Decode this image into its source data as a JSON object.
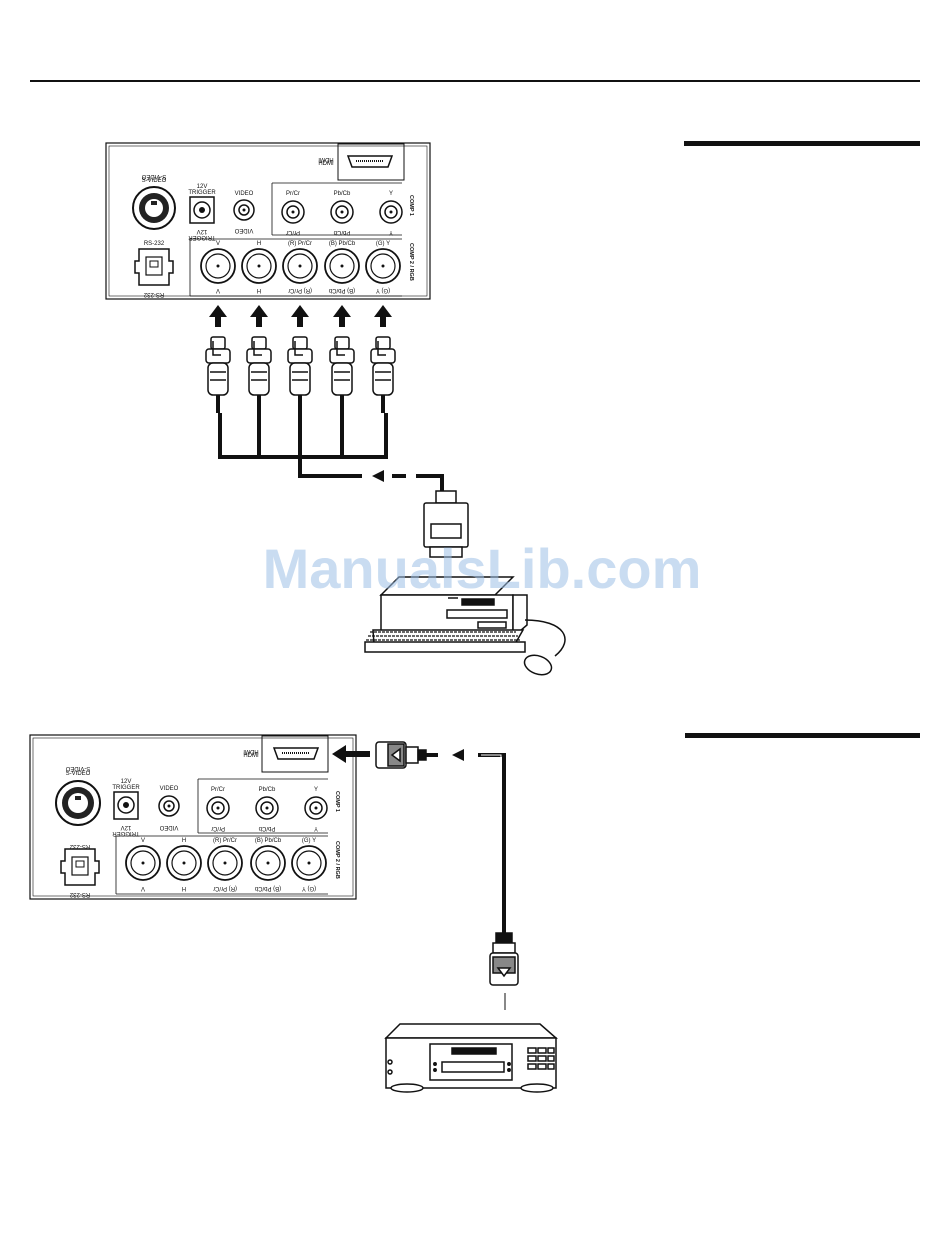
{
  "panel": {
    "hdmi": "HDMI",
    "svideo": "S-VIDEO",
    "trigger_line1": "12V",
    "trigger_line2": "TRIGGER",
    "video": "VIDEO",
    "rs232": "RS-232",
    "comp1": "COMP 1",
    "comp2": "COMP 2 / RGB",
    "comp1_labels": [
      "Pr/Cr",
      "Pb/Cb",
      "Y"
    ],
    "comp2_labels": [
      "V",
      "H",
      "(R) Pr/Cr",
      "(B) Pb/Cb",
      "(G) Y"
    ]
  },
  "watermark": "ManualsLib.com",
  "colors": {
    "line": "#111111",
    "watermark": "#9dbfe6"
  }
}
